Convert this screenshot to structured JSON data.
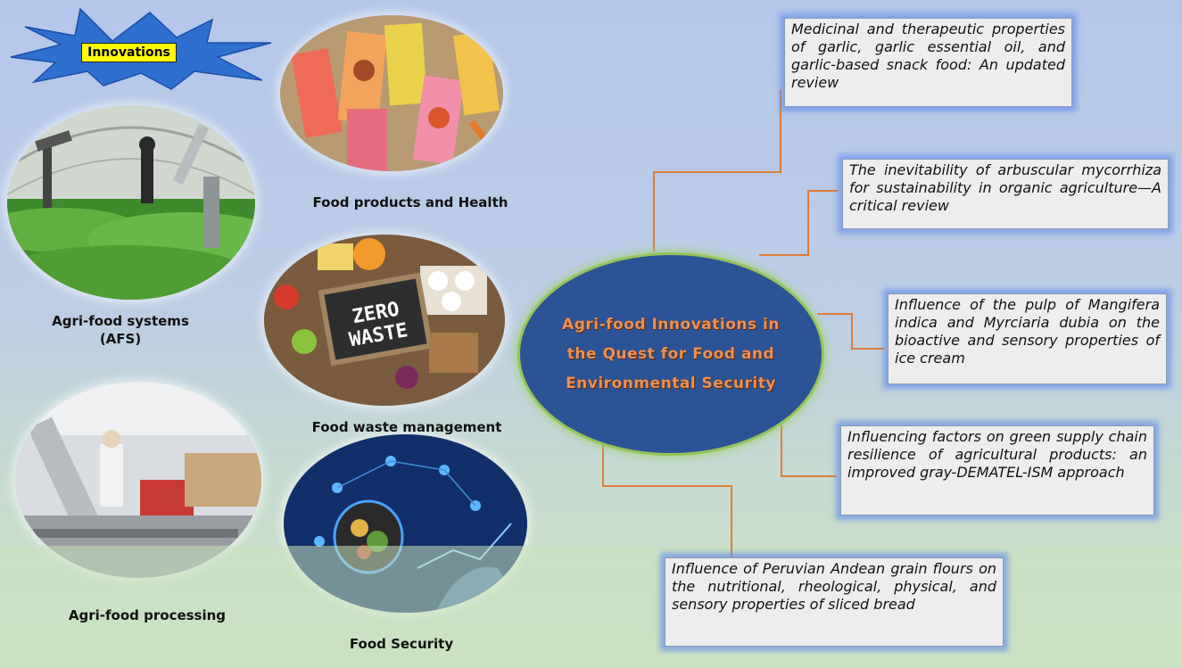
{
  "badge": {
    "label": "Innovations"
  },
  "hub": {
    "title": "Agri-food Innovations in the Quest for Food and Environmental Security"
  },
  "topics": {
    "afs": "Agri-food systems (AFS)",
    "health": "Food products and Health",
    "waste": "Food waste management",
    "processing": "Agri-food processing",
    "security": "Food Security"
  },
  "zero_waste_sign": {
    "line1": "ZERO",
    "line2": "WASTE"
  },
  "references": [
    "Medicinal and therapeutic properties of garlic, garlic essential oil, and garlic-based snack food: An updated review",
    "The inevitability of arbuscular mycorrhiza for sustainability in organic agriculture—A critical review",
    "Influence of the pulp of Mangifera indica and Myrciaria dubia on the bioactive and sensory properties of ice cream",
    "Influencing factors on green supply chain resilience of agricultural products: an improved gray-DEMATEL-ISM approach",
    "Influence of Peruvian Andean grain flours on the nutritional, rheological, physical, and sensory properties of sliced bread"
  ],
  "colors": {
    "hub_fill": "#2a5496",
    "hub_border": "#95c45a",
    "hub_text": "#e8925a",
    "connector": "#e07b39",
    "reference_glow": "#6e96eb",
    "badge": "#ffff00"
  },
  "icons": {
    "badge": "starburst-icon",
    "afs": "robot-greenhouse-icon",
    "health": "snack-packages-icon",
    "waste": "zero-waste-board-icon",
    "processing": "factory-line-icon",
    "security": "digital-food-hand-icon"
  }
}
